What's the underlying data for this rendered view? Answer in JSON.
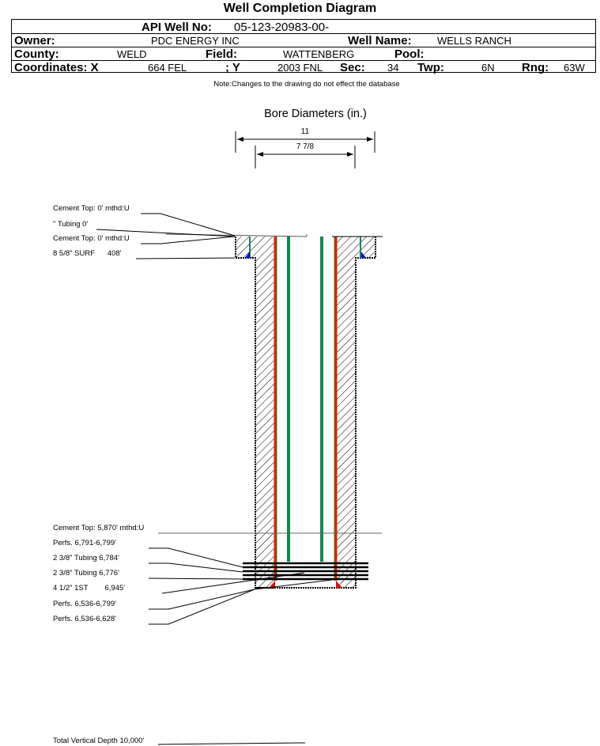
{
  "title": "Well Completion Diagram",
  "header": {
    "api_label": "API Well No:",
    "api_value": "05-123-20983-00-",
    "owner_label": "Owner:",
    "owner_value": "PDC ENERGY INC",
    "well_name_label": "Well Name:",
    "well_name_value": "WELLS RANCH",
    "county_label": "County:",
    "county_value": "WELD",
    "field_label": "Field:",
    "field_value": "WATTENBERG",
    "pool_label": "Pool:",
    "pool_value": "",
    "coord_x_label": "Coordinates: X",
    "coord_x_value": "664 FEL",
    "coord_y_label": "; Y",
    "coord_y_value": "2003 FNL",
    "sec_label": "Sec:",
    "sec_value": "34",
    "twp_label": "Twp:",
    "twp_value": "6N",
    "rng_label": "Rng:",
    "rng_value": "63W"
  },
  "note": "Note:Changes to the drawing do not effect the database",
  "bore": {
    "title": "Bore Diameters (in.)",
    "outer_diameter": "11",
    "inner_diameter": "7 7/8"
  },
  "annotations_top": [
    "Cement Top: 0' mthd:U",
    "\" Tubing 0'",
    "Cement Top: 0' mthd:U",
    "8 5/8\" SURF      408'"
  ],
  "annotations_bottom": [
    "Cement Top: 5,870' mthd:U",
    "Perfs. 6,791-6,799'",
    "2 3/8\" Tubing 6,784'",
    "2 3/8\" Tubing 6,776'",
    "4 1/2\" 1ST        6,945'",
    "Perfs. 6,536-6,799'",
    "Perfs. 6,536-6,628'"
  ],
  "total_depth": "Total Vertical Depth 10,000'",
  "colors": {
    "casing": "#b5500f",
    "casing_red": "#e02000",
    "tubing": "#108a50",
    "cement_blue": "#1010d0",
    "cement_red": "#e01010"
  }
}
